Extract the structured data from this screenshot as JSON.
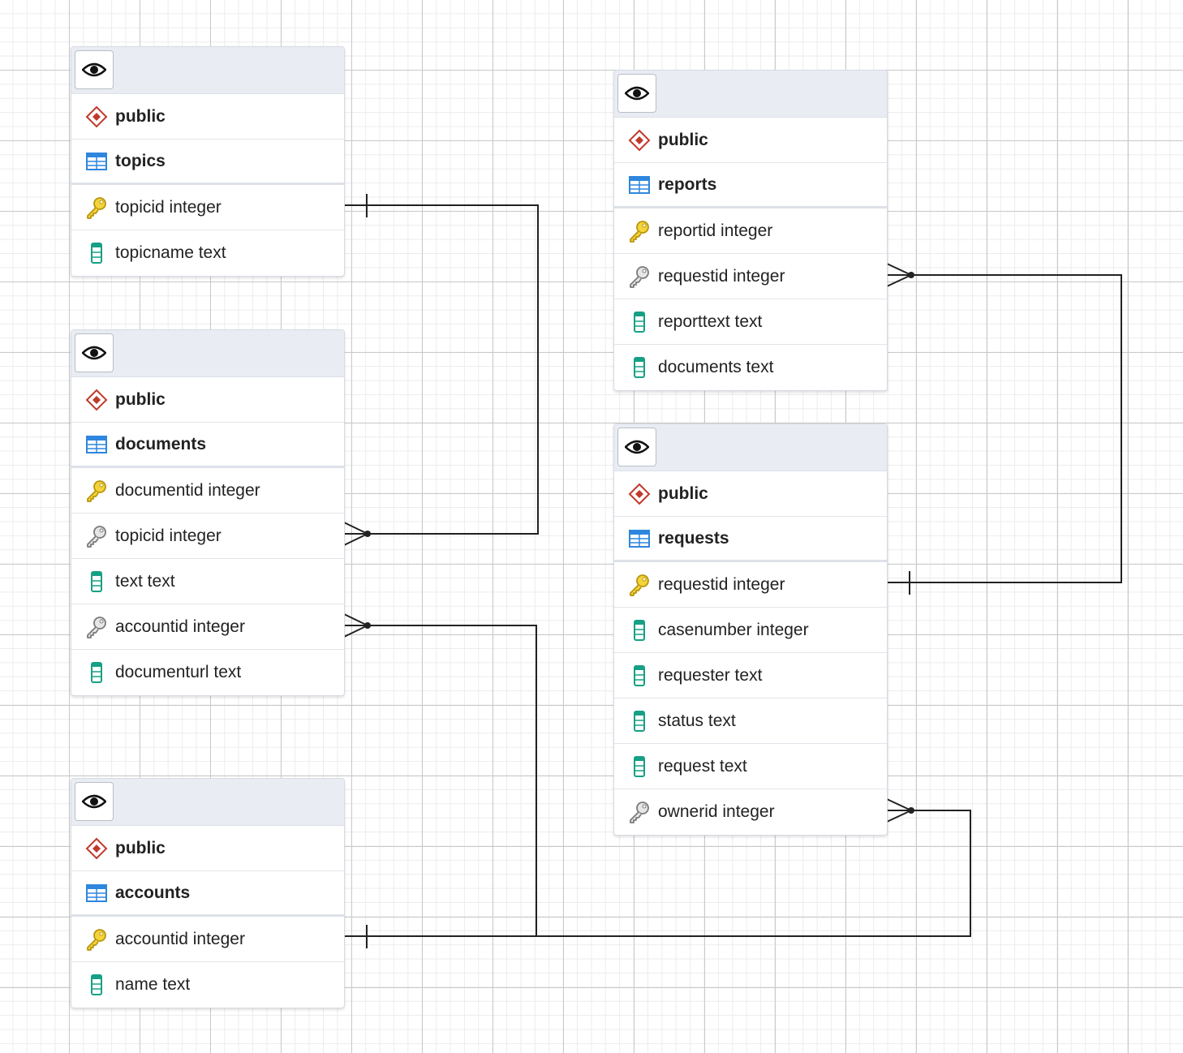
{
  "tables": [
    {
      "schema": "public",
      "name": "topics",
      "columns": [
        {
          "text": "topicid integer",
          "icon": "primary-key-icon"
        },
        {
          "text": "topicname text",
          "icon": "column-icon"
        }
      ]
    },
    {
      "schema": "public",
      "name": "documents",
      "columns": [
        {
          "text": "documentid integer",
          "icon": "primary-key-icon"
        },
        {
          "text": "topicid integer",
          "icon": "foreign-key-icon"
        },
        {
          "text": "text text",
          "icon": "column-icon"
        },
        {
          "text": "accountid integer",
          "icon": "foreign-key-icon"
        },
        {
          "text": "documenturl text",
          "icon": "column-icon"
        }
      ]
    },
    {
      "schema": "public",
      "name": "accounts",
      "columns": [
        {
          "text": "accountid integer",
          "icon": "primary-key-icon"
        },
        {
          "text": "name text",
          "icon": "column-icon"
        }
      ]
    },
    {
      "schema": "public",
      "name": "reports",
      "columns": [
        {
          "text": "reportid integer",
          "icon": "primary-key-icon"
        },
        {
          "text": "requestid integer",
          "icon": "foreign-key-icon"
        },
        {
          "text": "reporttext text",
          "icon": "column-icon"
        },
        {
          "text": "documents text",
          "icon": "column-icon"
        }
      ]
    },
    {
      "schema": "public",
      "name": "requests",
      "columns": [
        {
          "text": "requestid integer",
          "icon": "primary-key-icon"
        },
        {
          "text": "casenumber integer",
          "icon": "column-icon"
        },
        {
          "text": "requester text",
          "icon": "column-icon"
        },
        {
          "text": "status text",
          "icon": "column-icon"
        },
        {
          "text": "request text",
          "icon": "column-icon"
        },
        {
          "text": "ownerid integer",
          "icon": "foreign-key-icon"
        }
      ]
    }
  ],
  "relationships": [
    {
      "from": "topics.topicid",
      "to": "documents.topicid",
      "cardinality": "one-to-many"
    },
    {
      "from": "accounts.accountid",
      "to": "documents.accountid",
      "cardinality": "one-to-many"
    },
    {
      "from": "requests.requestid",
      "to": "reports.requestid",
      "cardinality": "one-to-many"
    },
    {
      "from": "accounts.accountid",
      "to": "requests.ownerid",
      "cardinality": "one-to-many"
    }
  ],
  "colors": {
    "schema_icon": "#c0392b",
    "table_icon": "#2e86de",
    "primary_key": "#f1c40f",
    "foreign_key": "#8a8a8a",
    "column_icon": "#16a085",
    "link": "#222222"
  }
}
